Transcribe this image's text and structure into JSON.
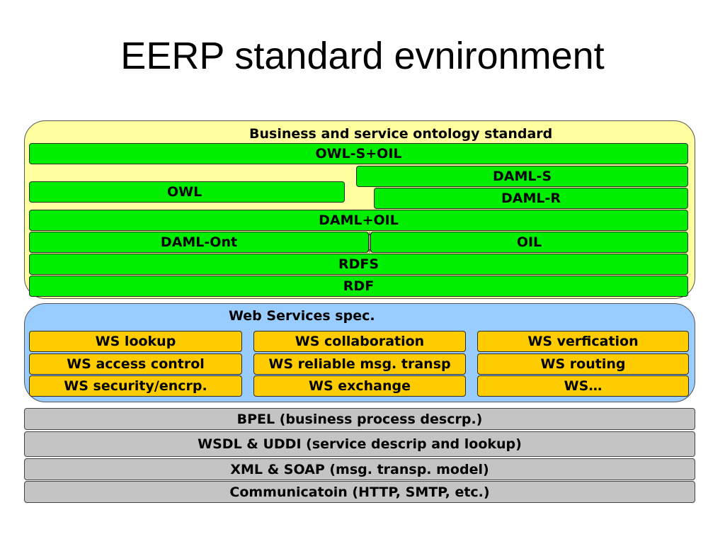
{
  "title": "EERP standard evnironment",
  "ontology": {
    "heading": "Business and service ontology standard",
    "bars": {
      "owl_s_oil": "OWL-S+OIL",
      "daml_s": "DAML-S",
      "owl": "OWL",
      "daml_r": "DAML-R",
      "daml_oil": "DAML+OIL",
      "daml_ont": "DAML-Ont",
      "oil": "OIL",
      "rdfs": "RDFS",
      "rdf": "RDF"
    }
  },
  "web_services": {
    "heading": "Web Services spec.",
    "items": [
      [
        "WS lookup",
        "WS collaboration",
        "WS verfication"
      ],
      [
        "WS access control",
        "WS reliable msg. transp",
        "WS routing"
      ],
      [
        "WS security/encrp.",
        "WS exchange",
        "WS…"
      ]
    ]
  },
  "stack": [
    "BPEL (business process descrp.)",
    "WSDL & UDDI (service descrip and lookup)",
    "XML & SOAP (msg. transp. model)",
    "Communicatoin (HTTP, SMTP, etc.)"
  ],
  "colors": {
    "ontology_panel": "#ffffa0",
    "ws_panel": "#99ccff",
    "green_bar": "#00ee00",
    "gold_box": "#ffcc00",
    "gray_bar": "#c4c4c4"
  }
}
